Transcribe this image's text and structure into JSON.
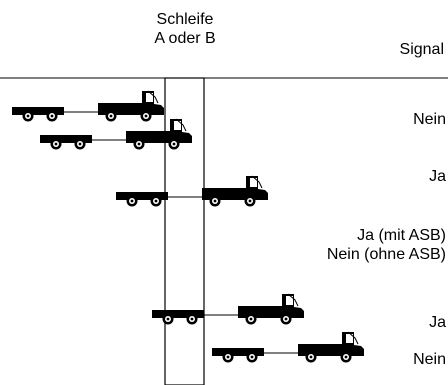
{
  "header": {
    "loop_label_line1": "Schleife",
    "loop_label_line2": "A oder B",
    "signal_label": "Signal"
  },
  "rows": [
    {
      "signal": "Nein"
    },
    {
      "signal": "Ja"
    },
    {
      "signal_line1": "Ja (mit ASB)",
      "signal_line2": "Nein (ohne ASB)"
    },
    {
      "signal": "Ja"
    },
    {
      "signal": "Nein"
    }
  ],
  "icons": {
    "vehicle": "truck-with-trailer-icon",
    "loop": "induction-loop-icon"
  },
  "colors": {
    "ink": "#000000",
    "background": "#ffffff"
  }
}
